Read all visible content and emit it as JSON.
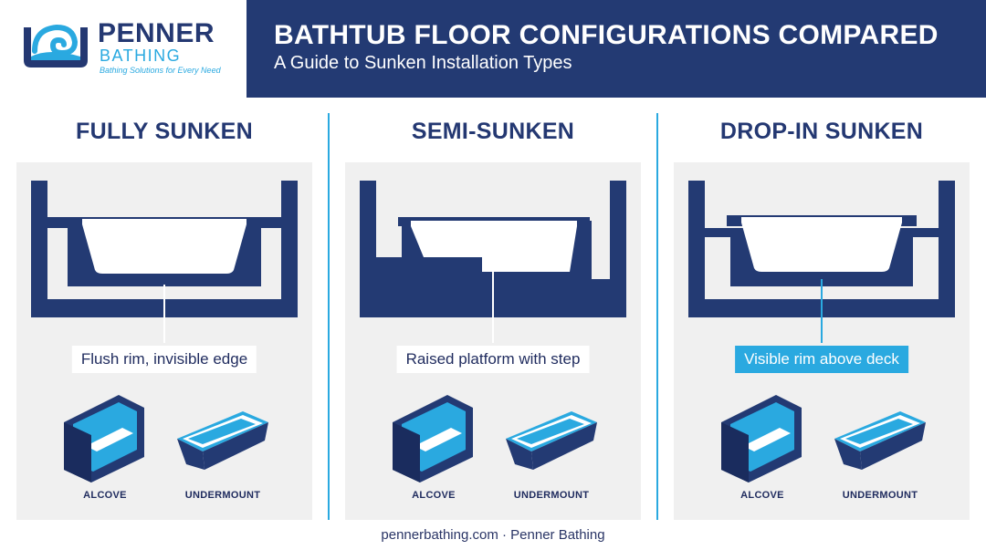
{
  "brand": {
    "name": "PENNER",
    "sub": "BATHING",
    "tagline": "Bathing Solutions for Every Need"
  },
  "header": {
    "title": "BATHTUB FLOOR CONFIGURATIONS COMPARED",
    "subtitle": "A Guide to Sunken Installation Types"
  },
  "columns": [
    {
      "title": "FULLY SUNKEN",
      "callout": "Flush rim, invisible edge",
      "callout_style": "light",
      "thumb_left": "ALCOVE",
      "thumb_right": "UNDERMOUNT"
    },
    {
      "title": "SEMI-SUNKEN",
      "callout": "Raised platform with step",
      "callout_style": "light",
      "thumb_left": "ALCOVE",
      "thumb_right": "UNDERMOUNT"
    },
    {
      "title": "DROP-IN SUNKEN",
      "callout": "Visible rim above deck",
      "callout_style": "accent",
      "thumb_left": "ALCOVE",
      "thumb_right": "UNDERMOUNT"
    }
  ],
  "footer": "pennerbathing.com · Penner Bathing",
  "colors": {
    "navy": "#233a73",
    "accent": "#2aa9e0",
    "panel": "#f0f0f0"
  },
  "icons": [
    "wave-logo-icon",
    "alcove-tub-icon",
    "undermount-tub-icon"
  ]
}
